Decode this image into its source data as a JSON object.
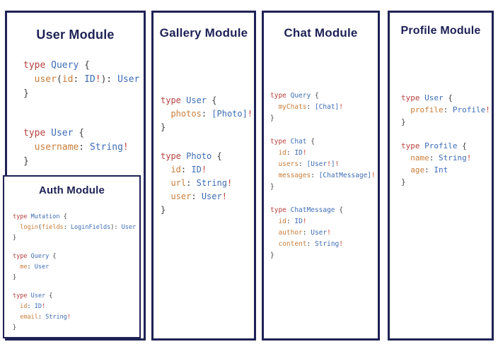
{
  "colors": {
    "border_navy": "#1e2255",
    "title_navy": "#1e2255",
    "keyword_red": "#b5423e",
    "type_blue": "#3d6cb4",
    "field_orange": "#c87d3a",
    "bang_red": "#c5403a",
    "punctuation_gray": "#3f3f3f",
    "background": "#ffffff"
  },
  "panels": [
    {
      "id": "user-module",
      "title": "User Module",
      "blocks": [
        {
          "lines": [
            [
              [
                "k",
                "type "
              ],
              [
                "t",
                "Query "
              ],
              [
                "p",
                "{"
              ]
            ],
            [
              [
                "p",
                "  "
              ],
              [
                "f",
                "user"
              ],
              [
                "p",
                "("
              ],
              [
                "f",
                "id"
              ],
              [
                "p",
                ": "
              ],
              [
                "t",
                "ID"
              ],
              [
                "b",
                "!"
              ],
              [
                "p",
                "): "
              ],
              [
                "t",
                "User"
              ]
            ],
            [
              [
                "p",
                "}"
              ]
            ]
          ]
        },
        {
          "lines": [
            [
              [
                "k",
                "type "
              ],
              [
                "t",
                "User "
              ],
              [
                "p",
                "{"
              ]
            ],
            [
              [
                "p",
                "  "
              ],
              [
                "f",
                "username"
              ],
              [
                "p",
                ": "
              ],
              [
                "t",
                "String"
              ],
              [
                "b",
                "!"
              ]
            ],
            [
              [
                "p",
                "}"
              ]
            ]
          ]
        }
      ]
    },
    {
      "id": "gallery-module",
      "title": "Gallery Module",
      "blocks": [
        {
          "lines": [
            [
              [
                "k",
                "type "
              ],
              [
                "t",
                "User "
              ],
              [
                "p",
                "{"
              ]
            ],
            [
              [
                "p",
                "  "
              ],
              [
                "f",
                "photos"
              ],
              [
                "p",
                ": "
              ],
              [
                "t",
                "[Photo]"
              ],
              [
                "b",
                "!"
              ]
            ],
            [
              [
                "p",
                "}"
              ]
            ]
          ]
        },
        {
          "lines": [
            [
              [
                "k",
                "type "
              ],
              [
                "t",
                "Photo "
              ],
              [
                "p",
                "{"
              ]
            ],
            [
              [
                "p",
                "  "
              ],
              [
                "f",
                "id"
              ],
              [
                "p",
                ": "
              ],
              [
                "t",
                "ID"
              ],
              [
                "b",
                "!"
              ]
            ],
            [
              [
                "p",
                "  "
              ],
              [
                "f",
                "url"
              ],
              [
                "p",
                ": "
              ],
              [
                "t",
                "String"
              ],
              [
                "b",
                "!"
              ]
            ],
            [
              [
                "p",
                "  "
              ],
              [
                "f",
                "user"
              ],
              [
                "p",
                ": "
              ],
              [
                "t",
                "User"
              ],
              [
                "b",
                "!"
              ]
            ],
            [
              [
                "p",
                "}"
              ]
            ]
          ]
        }
      ]
    },
    {
      "id": "chat-module",
      "title": "Chat Module",
      "blocks": [
        {
          "lines": [
            [
              [
                "k",
                "type "
              ],
              [
                "t",
                "Query "
              ],
              [
                "p",
                "{"
              ]
            ],
            [
              [
                "p",
                "  "
              ],
              [
                "f",
                "myChats"
              ],
              [
                "p",
                ": "
              ],
              [
                "t",
                "[Chat]"
              ],
              [
                "b",
                "!"
              ]
            ],
            [
              [
                "p",
                "}"
              ]
            ]
          ]
        },
        {
          "lines": [
            [
              [
                "k",
                "type "
              ],
              [
                "t",
                "Chat "
              ],
              [
                "p",
                "{"
              ]
            ],
            [
              [
                "p",
                "  "
              ],
              [
                "f",
                "id"
              ],
              [
                "p",
                ": "
              ],
              [
                "t",
                "ID"
              ],
              [
                "b",
                "!"
              ]
            ],
            [
              [
                "p",
                "  "
              ],
              [
                "f",
                "users"
              ],
              [
                "p",
                ": "
              ],
              [
                "t",
                "[User"
              ],
              [
                "b",
                "!"
              ],
              [
                "t",
                "]"
              ],
              [
                "b",
                "!"
              ]
            ],
            [
              [
                "p",
                "  "
              ],
              [
                "f",
                "messages"
              ],
              [
                "p",
                ": "
              ],
              [
                "t",
                "[ChatMessage]"
              ],
              [
                "b",
                "!"
              ]
            ],
            [
              [
                "p",
                "}"
              ]
            ]
          ]
        },
        {
          "lines": [
            [
              [
                "k",
                "type "
              ],
              [
                "t",
                "ChatMessage "
              ],
              [
                "p",
                "{"
              ]
            ],
            [
              [
                "p",
                "  "
              ],
              [
                "f",
                "id"
              ],
              [
                "p",
                ": "
              ],
              [
                "t",
                "ID"
              ],
              [
                "b",
                "!"
              ]
            ],
            [
              [
                "p",
                "  "
              ],
              [
                "f",
                "author"
              ],
              [
                "p",
                ": "
              ],
              [
                "t",
                "User"
              ],
              [
                "b",
                "!"
              ]
            ],
            [
              [
                "p",
                "  "
              ],
              [
                "f",
                "content"
              ],
              [
                "p",
                ": "
              ],
              [
                "t",
                "String"
              ],
              [
                "b",
                "!"
              ]
            ],
            [
              [
                "p",
                "}"
              ]
            ]
          ]
        }
      ]
    },
    {
      "id": "profile-module",
      "title": "Profile Module",
      "blocks": [
        {
          "lines": [
            [
              [
                "k",
                "type "
              ],
              [
                "t",
                "User "
              ],
              [
                "p",
                "{"
              ]
            ],
            [
              [
                "p",
                "  "
              ],
              [
                "f",
                "profile"
              ],
              [
                "p",
                ": "
              ],
              [
                "t",
                "Profile"
              ],
              [
                "b",
                "!"
              ]
            ],
            [
              [
                "p",
                "}"
              ]
            ]
          ]
        },
        {
          "lines": [
            [
              [
                "k",
                "type "
              ],
              [
                "t",
                "Profile "
              ],
              [
                "p",
                "{"
              ]
            ],
            [
              [
                "p",
                "  "
              ],
              [
                "f",
                "name"
              ],
              [
                "p",
                ": "
              ],
              [
                "t",
                "String"
              ],
              [
                "b",
                "!"
              ]
            ],
            [
              [
                "p",
                "  "
              ],
              [
                "f",
                "age"
              ],
              [
                "p",
                ": "
              ],
              [
                "t",
                "Int"
              ]
            ],
            [
              [
                "p",
                "}"
              ]
            ]
          ]
        }
      ]
    }
  ],
  "auth": {
    "id": "auth-module",
    "title": "Auth Module",
    "blocks": [
      {
        "lines": [
          [
            [
              "k",
              "type "
            ],
            [
              "t",
              "Mutation "
            ],
            [
              "p",
              "{"
            ]
          ],
          [
            [
              "p",
              "  "
            ],
            [
              "f",
              "login"
            ],
            [
              "p",
              "("
            ],
            [
              "f",
              "fields"
            ],
            [
              "p",
              ": "
            ],
            [
              "t",
              "LoginFields"
            ],
            [
              "p",
              "): "
            ],
            [
              "t",
              "User"
            ]
          ],
          [
            [
              "p",
              "}"
            ]
          ]
        ]
      },
      {
        "lines": [
          [
            [
              "k",
              "type "
            ],
            [
              "t",
              "Query "
            ],
            [
              "p",
              "{"
            ]
          ],
          [
            [
              "p",
              "  "
            ],
            [
              "f",
              "me"
            ],
            [
              "p",
              ": "
            ],
            [
              "t",
              "User"
            ]
          ],
          [
            [
              "p",
              "}"
            ]
          ]
        ]
      },
      {
        "lines": [
          [
            [
              "k",
              "type "
            ],
            [
              "t",
              "User "
            ],
            [
              "p",
              "{"
            ]
          ],
          [
            [
              "p",
              "  "
            ],
            [
              "f",
              "id"
            ],
            [
              "p",
              ": "
            ],
            [
              "t",
              "ID"
            ],
            [
              "b",
              "!"
            ]
          ],
          [
            [
              "p",
              "  "
            ],
            [
              "f",
              "email"
            ],
            [
              "p",
              ": "
            ],
            [
              "t",
              "String"
            ],
            [
              "b",
              "!"
            ]
          ],
          [
            [
              "p",
              "}"
            ]
          ]
        ]
      }
    ]
  }
}
